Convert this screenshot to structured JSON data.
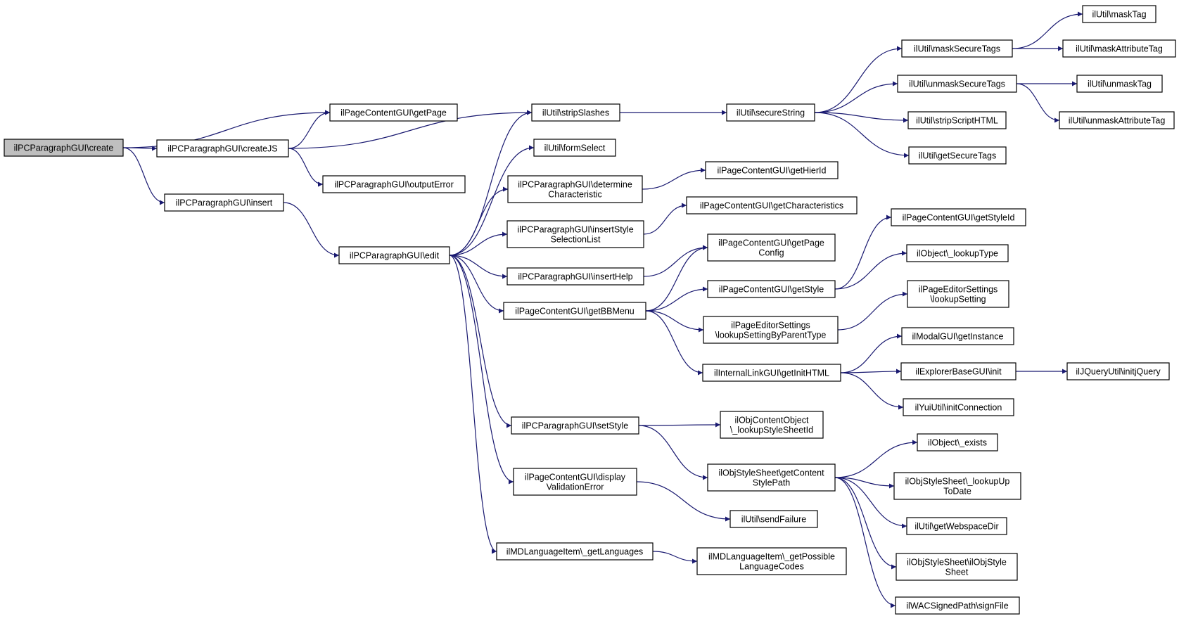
{
  "diagram": {
    "nodes": [
      {
        "id": "create",
        "lines": [
          "ilPCParagraphGUI\\create"
        ],
        "root": true
      },
      {
        "id": "getPage",
        "lines": [
          "ilPageContentGUI\\getPage"
        ]
      },
      {
        "id": "createJS",
        "lines": [
          "ilPCParagraphGUI\\createJS"
        ]
      },
      {
        "id": "outputError",
        "lines": [
          "ilPCParagraphGUI\\outputError"
        ]
      },
      {
        "id": "insert",
        "lines": [
          "ilPCParagraphGUI\\insert"
        ]
      },
      {
        "id": "edit",
        "lines": [
          "ilPCParagraphGUI\\edit"
        ]
      },
      {
        "id": "stripSlashes",
        "lines": [
          "ilUtil\\stripSlashes"
        ]
      },
      {
        "id": "formSelect",
        "lines": [
          "ilUtil\\formSelect"
        ]
      },
      {
        "id": "determineChar",
        "lines": [
          "ilPCParagraphGUI\\determine",
          "Characteristic"
        ]
      },
      {
        "id": "insertStyleSel",
        "lines": [
          "ilPCParagraphGUI\\insertStyle",
          "SelectionList"
        ]
      },
      {
        "id": "insertHelp",
        "lines": [
          "ilPCParagraphGUI\\insertHelp"
        ]
      },
      {
        "id": "getBBMenu",
        "lines": [
          "ilPageContentGUI\\getBBMenu"
        ]
      },
      {
        "id": "setStyle",
        "lines": [
          "ilPCParagraphGUI\\setStyle"
        ]
      },
      {
        "id": "displayValErr",
        "lines": [
          "ilPageContentGUI\\display",
          "ValidationError"
        ]
      },
      {
        "id": "getLanguages",
        "lines": [
          "ilMDLanguageItem\\_getLanguages"
        ]
      },
      {
        "id": "secureString",
        "lines": [
          "ilUtil\\secureString"
        ]
      },
      {
        "id": "getHierId",
        "lines": [
          "ilPageContentGUI\\getHierId"
        ]
      },
      {
        "id": "getCharacteristics",
        "lines": [
          "ilPageContentGUI\\getCharacteristics"
        ]
      },
      {
        "id": "getPageConfig",
        "lines": [
          "ilPageContentGUI\\getPage",
          "Config"
        ]
      },
      {
        "id": "getStyle",
        "lines": [
          "ilPageContentGUI\\getStyle"
        ]
      },
      {
        "id": "lookupSettingByParent",
        "lines": [
          "ilPageEditorSettings",
          "\\lookupSettingByParentType"
        ]
      },
      {
        "id": "getInitHTML",
        "lines": [
          "ilInternalLinkGUI\\getInitHTML"
        ]
      },
      {
        "id": "lookupStyleSheetId",
        "lines": [
          "ilObjContentObject",
          "\\_lookupStyleSheetId"
        ]
      },
      {
        "id": "getContentStylePath",
        "lines": [
          "ilObjStyleSheet\\getContent",
          "StylePath"
        ]
      },
      {
        "id": "sendFailure",
        "lines": [
          "ilUtil\\sendFailure"
        ]
      },
      {
        "id": "getPossibleLangCodes",
        "lines": [
          "ilMDLanguageItem\\_getPossible",
          "LanguageCodes"
        ]
      },
      {
        "id": "maskSecureTags",
        "lines": [
          "ilUtil\\maskSecureTags"
        ]
      },
      {
        "id": "unmaskSecureTags",
        "lines": [
          "ilUtil\\unmaskSecureTags"
        ]
      },
      {
        "id": "stripScriptHTML",
        "lines": [
          "ilUtil\\stripScriptHTML"
        ]
      },
      {
        "id": "getSecureTags",
        "lines": [
          "ilUtil\\getSecureTags"
        ]
      },
      {
        "id": "getStyleId",
        "lines": [
          "ilPageContentGUI\\getStyleId"
        ]
      },
      {
        "id": "lookupType",
        "lines": [
          "ilObject\\_lookupType"
        ]
      },
      {
        "id": "lookupSetting",
        "lines": [
          "ilPageEditorSettings",
          "\\lookupSetting"
        ]
      },
      {
        "id": "getInstance",
        "lines": [
          "ilModalGUI\\getInstance"
        ]
      },
      {
        "id": "explorerInit",
        "lines": [
          "ilExplorerBaseGUI\\init"
        ]
      },
      {
        "id": "initConnection",
        "lines": [
          "ilYuiUtil\\initConnection"
        ]
      },
      {
        "id": "exists",
        "lines": [
          "ilObject\\_exists"
        ]
      },
      {
        "id": "lookupUpToDate",
        "lines": [
          "ilObjStyleSheet\\_lookupUp",
          "ToDate"
        ]
      },
      {
        "id": "getWebspaceDir",
        "lines": [
          "ilUtil\\getWebspaceDir"
        ]
      },
      {
        "id": "ilObjStyleSheetCtor",
        "lines": [
          "ilObjStyleSheet\\ilObjStyle",
          "Sheet"
        ]
      },
      {
        "id": "signFile",
        "lines": [
          "ilWACSignedPath\\signFile"
        ]
      },
      {
        "id": "maskTag",
        "lines": [
          "ilUtil\\maskTag"
        ]
      },
      {
        "id": "maskAttributeTag",
        "lines": [
          "ilUtil\\maskAttributeTag"
        ]
      },
      {
        "id": "unmaskTag",
        "lines": [
          "ilUtil\\unmaskTag"
        ]
      },
      {
        "id": "unmaskAttributeTag",
        "lines": [
          "ilUtil\\unmaskAttributeTag"
        ]
      },
      {
        "id": "initjQuery",
        "lines": [
          "ilJQueryUtil\\initjQuery"
        ]
      }
    ],
    "edges": [
      [
        "create",
        "getPage"
      ],
      [
        "create",
        "createJS"
      ],
      [
        "create",
        "insert"
      ],
      [
        "createJS",
        "getPage"
      ],
      [
        "createJS",
        "stripSlashes"
      ],
      [
        "createJS",
        "outputError"
      ],
      [
        "insert",
        "edit"
      ],
      [
        "edit",
        "stripSlashes"
      ],
      [
        "edit",
        "formSelect"
      ],
      [
        "edit",
        "determineChar"
      ],
      [
        "edit",
        "insertStyleSel"
      ],
      [
        "edit",
        "insertHelp"
      ],
      [
        "edit",
        "getBBMenu"
      ],
      [
        "edit",
        "setStyle"
      ],
      [
        "edit",
        "displayValErr"
      ],
      [
        "edit",
        "getLanguages"
      ],
      [
        "stripSlashes",
        "secureString"
      ],
      [
        "secureString",
        "maskSecureTags"
      ],
      [
        "secureString",
        "unmaskSecureTags"
      ],
      [
        "secureString",
        "stripScriptHTML"
      ],
      [
        "secureString",
        "getSecureTags"
      ],
      [
        "maskSecureTags",
        "maskTag"
      ],
      [
        "maskSecureTags",
        "maskAttributeTag"
      ],
      [
        "unmaskSecureTags",
        "unmaskTag"
      ],
      [
        "unmaskSecureTags",
        "unmaskAttributeTag"
      ],
      [
        "determineChar",
        "getHierId"
      ],
      [
        "insertStyleSel",
        "getCharacteristics"
      ],
      [
        "insertHelp",
        "getPageConfig"
      ],
      [
        "getBBMenu",
        "getPageConfig"
      ],
      [
        "getBBMenu",
        "getStyle"
      ],
      [
        "getBBMenu",
        "lookupSettingByParent"
      ],
      [
        "getBBMenu",
        "getInitHTML"
      ],
      [
        "getStyle",
        "getStyleId"
      ],
      [
        "getStyle",
        "lookupType"
      ],
      [
        "lookupSettingByParent",
        "lookupSetting"
      ],
      [
        "getInitHTML",
        "getInstance"
      ],
      [
        "getInitHTML",
        "explorerInit"
      ],
      [
        "getInitHTML",
        "initConnection"
      ],
      [
        "explorerInit",
        "initjQuery"
      ],
      [
        "setStyle",
        "lookupStyleSheetId"
      ],
      [
        "setStyle",
        "getContentStylePath"
      ],
      [
        "getContentStylePath",
        "exists"
      ],
      [
        "getContentStylePath",
        "lookupUpToDate"
      ],
      [
        "getContentStylePath",
        "getWebspaceDir"
      ],
      [
        "getContentStylePath",
        "ilObjStyleSheetCtor"
      ],
      [
        "getContentStylePath",
        "signFile"
      ],
      [
        "displayValErr",
        "sendFailure"
      ],
      [
        "getLanguages",
        "getPossibleLangCodes"
      ]
    ]
  }
}
